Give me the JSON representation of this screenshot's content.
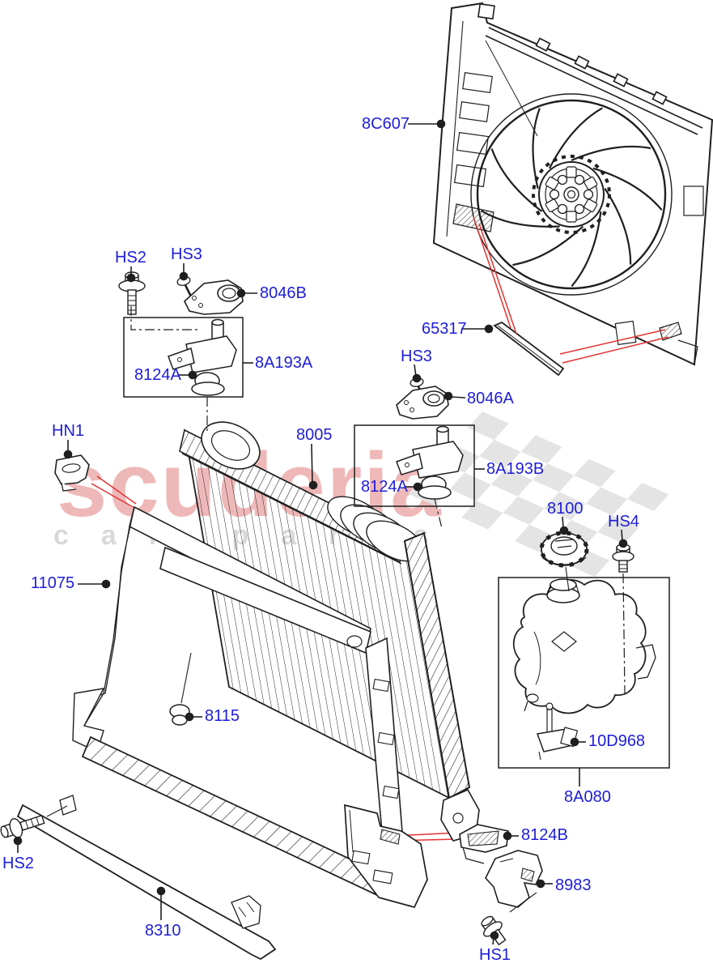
{
  "watermark": {
    "title": "scuderia",
    "subtitle": "car parts",
    "title_color": "#d64d4d",
    "subtitle_color": "#d9d9d9"
  },
  "colors": {
    "label_blue": "#1d1dd8",
    "line_black": "#1f1f1f",
    "leader_red": "#e43333",
    "flag_gray": "#e4e4e4"
  },
  "labels": {
    "shroud8C607": "8C607",
    "hs2_top": "HS2",
    "hs3_top": "HS3",
    "bkt8046B": "8046B",
    "box8A193A": "8A193A",
    "grom8124A_1": "8124A",
    "seal65317": "65317",
    "hs3_mid": "HS3",
    "bkt8046A": "8046A",
    "box8A193B": "8A193B",
    "grom8124A_2": "8124A",
    "hn1": "HN1",
    "radiator8005": "8005",
    "cap8100": "8100",
    "hs4": "HS4",
    "frame11075": "11075",
    "plug8115": "8115",
    "sensor10D968": "10D968",
    "box8A080": "8A080",
    "ins8124B": "8124B",
    "bkt8983": "8983",
    "hs1": "HS1",
    "hs2_bottom": "HS2",
    "deflector8310": "8310"
  }
}
